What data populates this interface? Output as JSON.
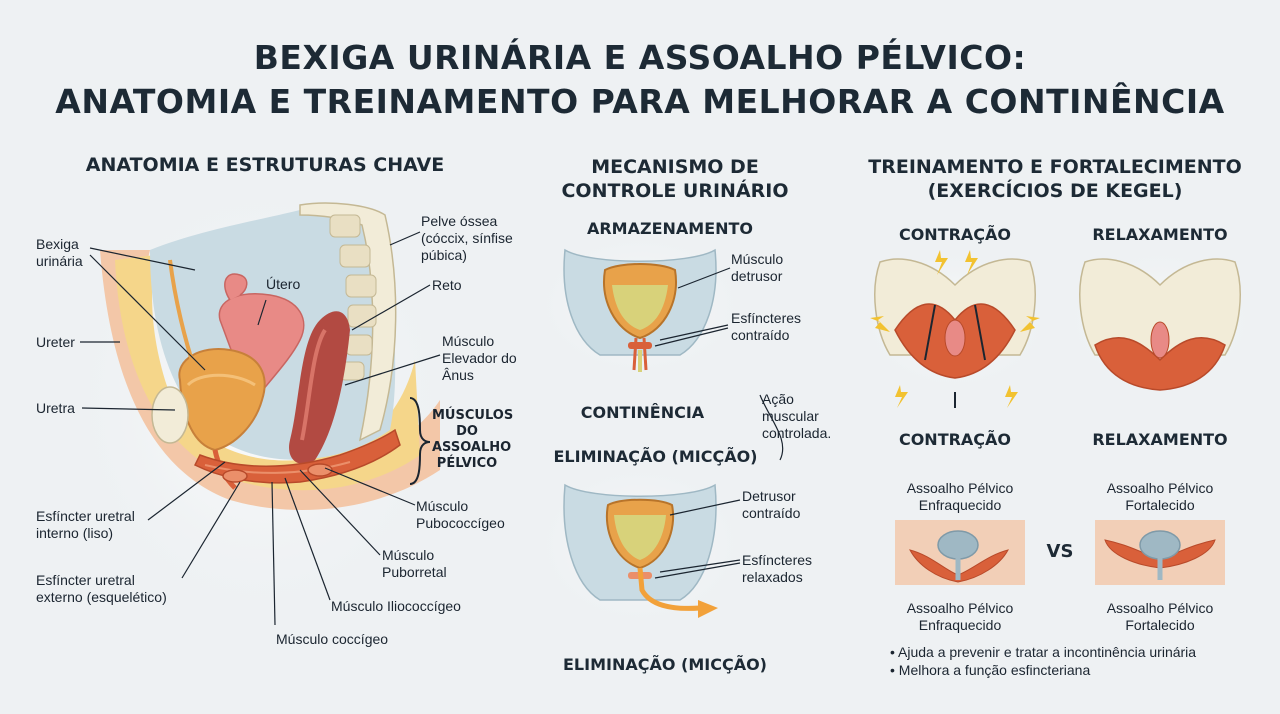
{
  "title": {
    "line1": "BEXIGA URINÁRIA E ASSOALHO PÉLVICO:",
    "line2": "ANATOMIA E TREINAMENTO PARA MELHORAR A CONTINÊNCIA"
  },
  "anatomy": {
    "heading": "ANATOMIA E ESTRUTURAS CHAVE",
    "labels": {
      "bexiga": "Bexiga\nurinária",
      "ureter": "Ureter",
      "uretra": "Uretra",
      "utero": "Útero",
      "pelve": "Pelve óssea\n(cóccix, sínfise\npúbica)",
      "reto": "Reto",
      "levador": "Músculo\nElevador do\nÂnus",
      "assoalho": "MÚSCULOS\nDO\nASSOALHO\nPÉLVICO",
      "esf_interno": "Esfíncter uretral\ninterno (liso)",
      "esf_externo": "Esfíncter uretral\nexterno (esquelético)",
      "pubococcigeo": "Músculo\nPubococcígeo",
      "puborretal": "Músculo\nPuborretal",
      "iliococcigeo": "Músculo Iliococcígeo",
      "coccigeo": "Músculo coccígeo"
    }
  },
  "mechanism": {
    "heading": "MECANISMO DE\nCONTROLE URINÁRIO",
    "storage": "ARMAZENAMENTO",
    "detrusor": "Músculo\ndetrusor",
    "esf_contraido": "Esfíncteres\ncontraído",
    "continence": "CONTINÊNCIA",
    "acao": "Ação\nmuscular\ncontrolada.",
    "elimination": "ELIMINAÇÃO (MICÇÃO)",
    "detrusor_contraido": "Detrusor\ncontraído",
    "esf_relaxados": "Esfíncteres\nrelaxados",
    "elimination_bottom": "ELIMINAÇÃO (MICÇÃO)"
  },
  "training": {
    "heading": "TREINAMENTO E FORTALECIMENTO\n(EXERCÍCIOS DE KEGEL)",
    "contraction_top": "CONTRAÇÃO",
    "relax_top": "RELAXAMENTO",
    "contraction_bottom": "CONTRAÇÃO",
    "relax_bottom": "RELAXAMENTO",
    "weak_top": "Assoalho Pélvico\nEnfraquecido",
    "strong_top": "Assoalho Pélvico\nFortalecido",
    "vs": "VS",
    "weak_bottom": "Assoalho Pélvico\nEnfraquecido",
    "strong_bottom": "Assoalho Pélvico\nFortalecido",
    "bullets": [
      "• Ajuda a prevenir e tratar a incontinência urinária",
      "• Melhora a função esfincteriana"
    ]
  },
  "colors": {
    "muscle": "#d9603a",
    "muscle_light": "#eb8f6a",
    "bone": "#f2ecd8",
    "fat": "#f5d68a",
    "bladder": "#e8a24a",
    "urine": "#d8d27a",
    "tissue": "#c9dbe3",
    "skin": "#f3c7a8",
    "rectum": "#b24a42",
    "uterus": "#e88a86",
    "arrow": "#f2a13a",
    "lightning": "#f2c230"
  }
}
